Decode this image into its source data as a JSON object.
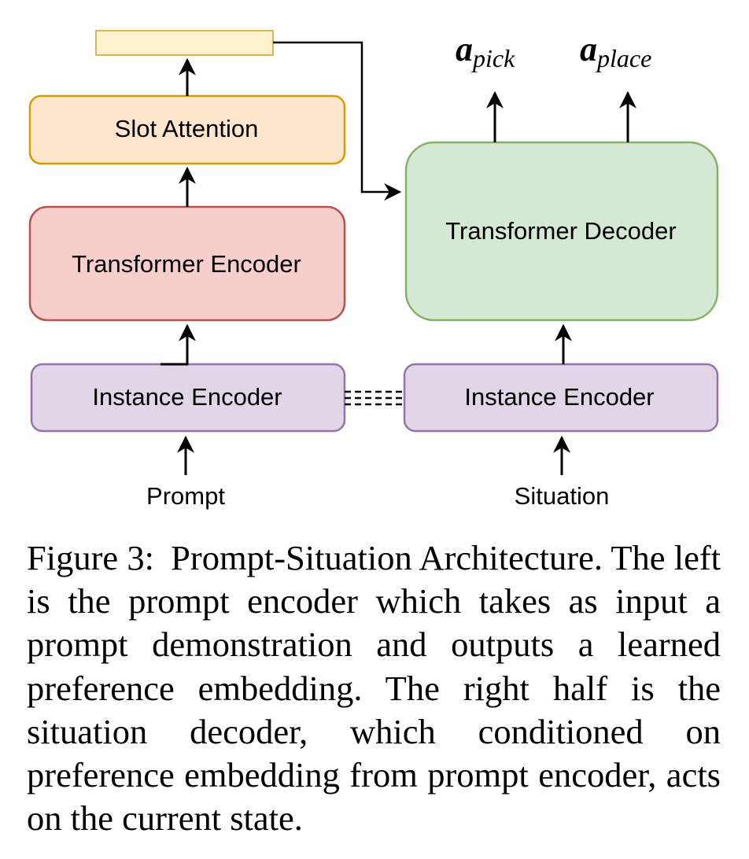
{
  "diagram": {
    "prompt_side": {
      "slot_attention": "Slot Attention",
      "transformer_encoder": "Transformer Encoder",
      "instance_encoder": "Instance Encoder",
      "input": "Prompt"
    },
    "situation_side": {
      "transformer_decoder": "Transformer Decoder",
      "instance_encoder": "Instance Encoder",
      "input": "Situation"
    },
    "outputs": [
      {
        "main": "a",
        "sub": "pick"
      },
      {
        "main": "a",
        "sub": "place"
      }
    ],
    "colors": {
      "embedding_fill": "#fff2cc",
      "embedding_stroke": "#d6b656",
      "slot_fill": "#ffe6cc",
      "slot_stroke": "#d79b00",
      "encoder_fill": "#f8cecc",
      "encoder_stroke": "#b85450",
      "decoder_fill": "#d5e8d4",
      "decoder_stroke": "#82b366",
      "instance_fill": "#e1d5e7",
      "instance_stroke": "#9673a6"
    }
  },
  "caption": {
    "label": "Figure 3:",
    "text": "Prompt-Situation Architecture. The left is the prompt encoder which takes as input a prompt demonstration and outputs a learned preference embedding. The right half is the situation decoder, which conditioned on preference embedding from prompt encoder, acts on the current state."
  }
}
